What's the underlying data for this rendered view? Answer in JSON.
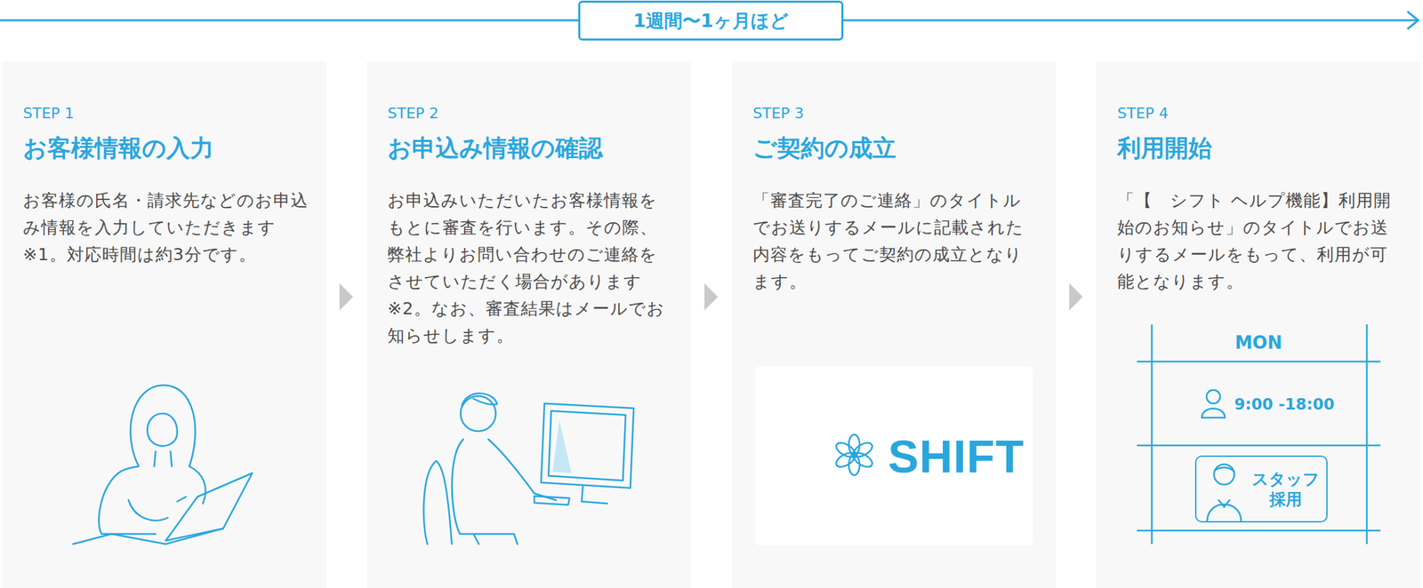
{
  "diagram": {
    "nodes": [
      {
        "text": [
          "1週間〜1ヶ月ほど"
        ]
      },
      {
        "text": [
          "STEP 1",
          "お客様情報の入力",
          "お客様の氏名・請求先などのお申込み情報を入力していただきます※1。対応時間は約3分です。"
        ]
      },
      {
        "text": [
          "STEP 2",
          "お申込み情報の確認",
          "お申込みいただいたお客様情報をもとに審査を行います。その際、弊社よりお問い合わせのご連絡をさせていただく場合があります※2。なお、審査結果はメールでお知らせします。"
        ]
      },
      {
        "text": [
          "STEP 3",
          "ご契約の成立",
          "「審査完了のご連絡」のタイトルでお送りするメールに記載された内容をもってご契約の成立となります。"
        ]
      },
      {
        "text": [
          "SHIFT"
        ],
        "in": 3
      },
      {
        "text": [
          "STEP 4",
          "利用開始",
          "「【　シフト ヘルプ機能】利用開始のお知らせ」のタイトルでお送りするメールをもって、利用が可能となります。"
        ]
      },
      {
        "text": [
          "スタッフ 採用"
        ],
        "in": 5
      }
    ],
    "edges": [
      {
        "from": 1,
        "to": 2,
        "arrow": "to"
      },
      {
        "from": 2,
        "to": 3,
        "arrow": "to"
      },
      {
        "from": 3,
        "to": 5,
        "arrow": "to"
      }
    ],
    "labels": [
      "MON",
      "9:00 -18:00"
    ]
  }
}
